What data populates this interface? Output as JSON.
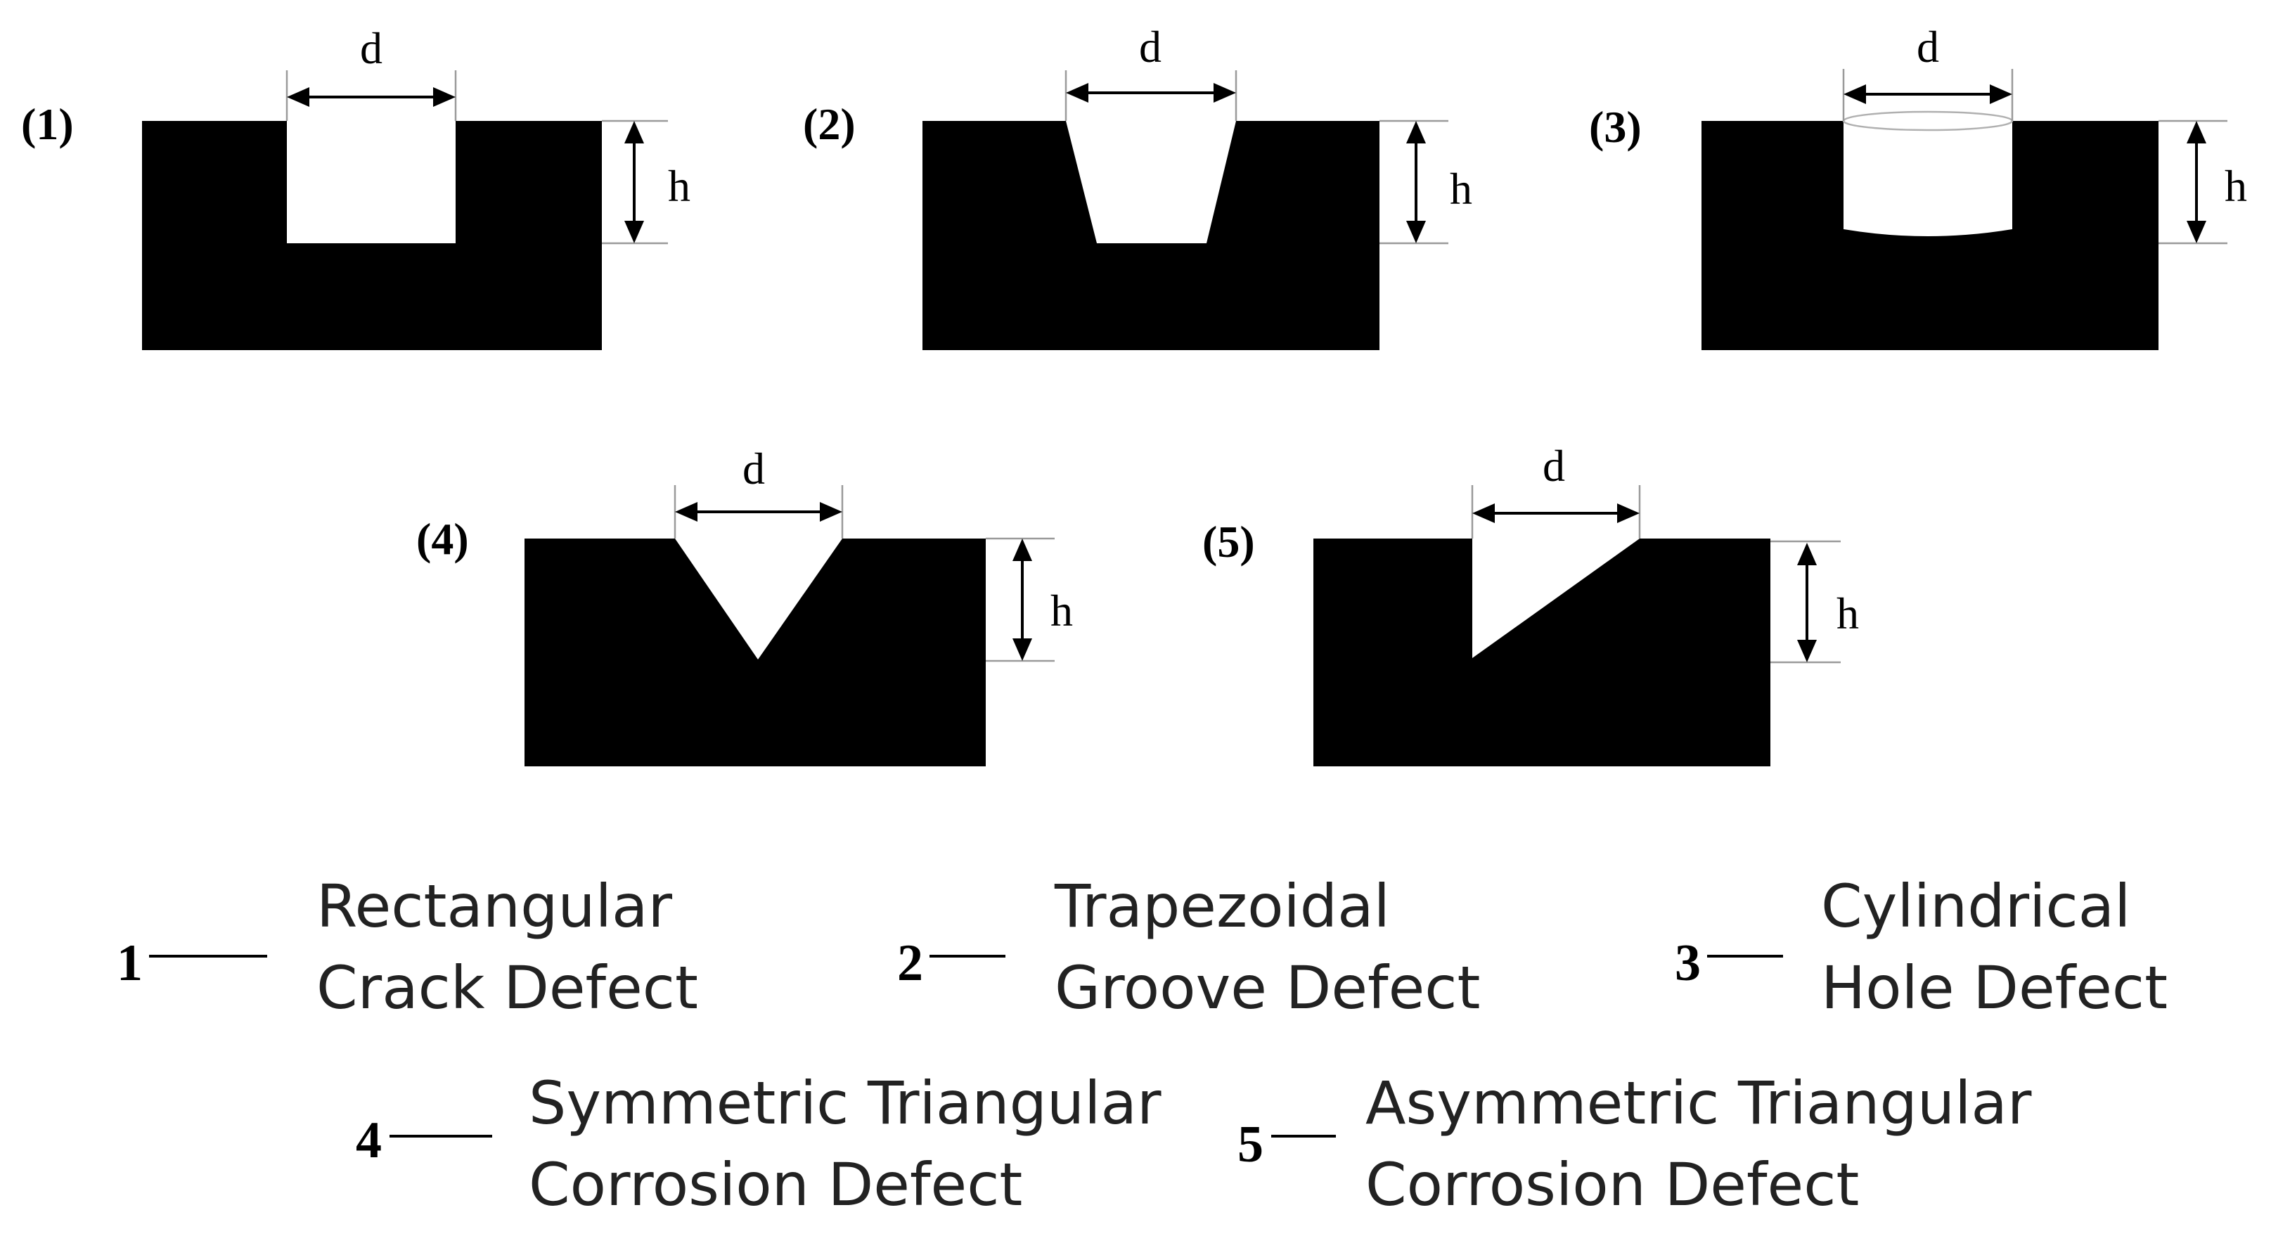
{
  "panels": [
    {
      "label": "(1)",
      "shape": "rectangular",
      "d": "d",
      "h": "h"
    },
    {
      "label": "(2)",
      "shape": "trapezoidal",
      "d": "d",
      "h": "h"
    },
    {
      "label": "(3)",
      "shape": "cylindrical",
      "d": "d",
      "h": "h"
    },
    {
      "label": "(4)",
      "shape": "symmetric-triangle",
      "d": "d",
      "h": "h"
    },
    {
      "label": "(5)",
      "shape": "asymmetric-triangle",
      "d": "d",
      "h": "h"
    }
  ],
  "legend": [
    {
      "number": "1",
      "line1": "Rectangular",
      "line2": "Crack Defect"
    },
    {
      "number": "2",
      "line1": "Trapezoidal",
      "line2": "Groove Defect"
    },
    {
      "number": "3",
      "line1": "Cylindrical",
      "line2": "Hole Defect"
    },
    {
      "number": "4",
      "line1": "Symmetric Triangular",
      "line2": "Corrosion Defect"
    },
    {
      "number": "5",
      "line1": "Asymmetric Triangular",
      "line2": "Corrosion Defect"
    }
  ]
}
